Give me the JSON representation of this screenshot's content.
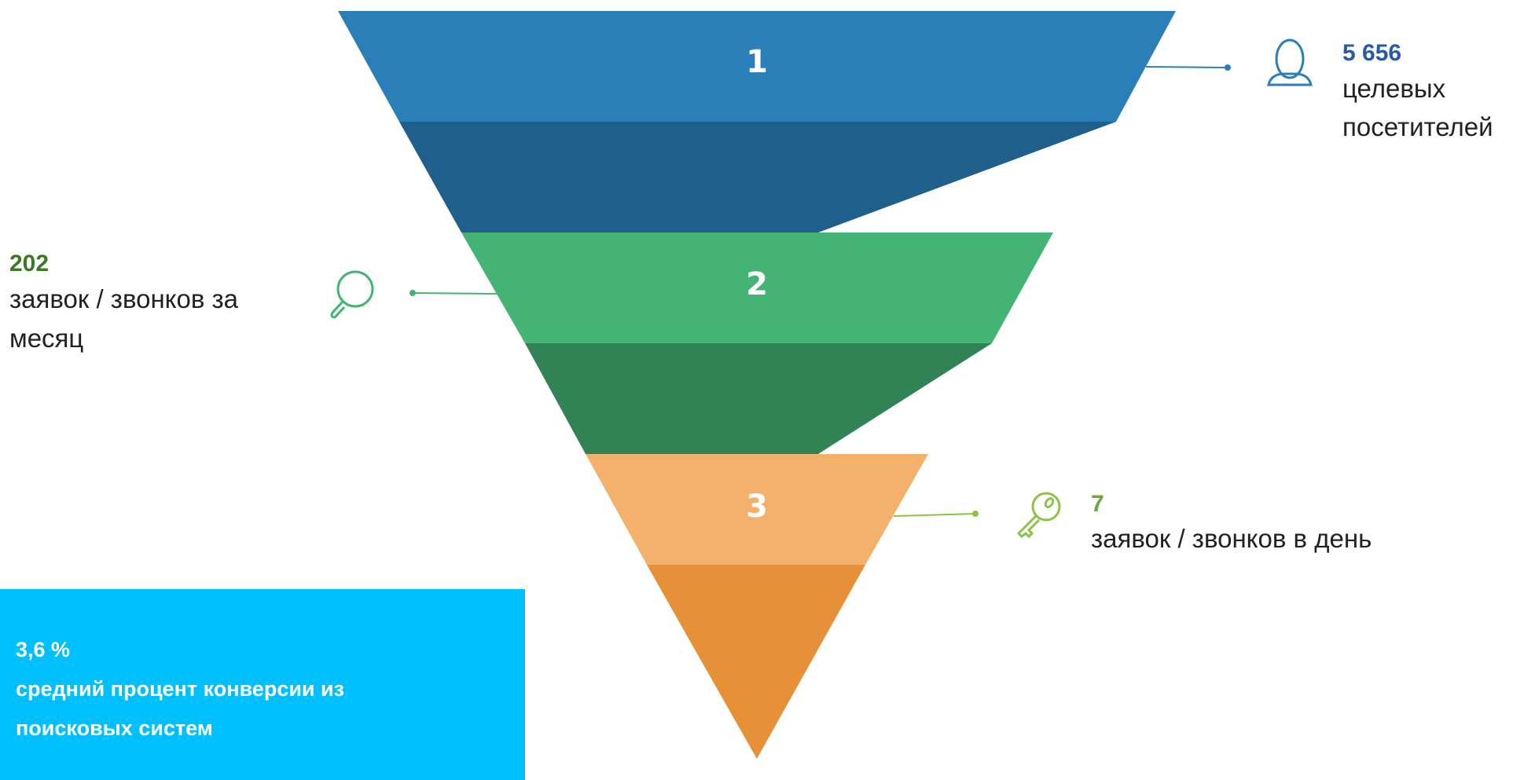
{
  "funnel": {
    "stages": [
      {
        "number": "1"
      },
      {
        "number": "2"
      },
      {
        "number": "3"
      }
    ],
    "colors": {
      "stage1_front": "#2b7fb8",
      "stage1_band": "#205f8b",
      "stage2_front": "#43b473",
      "stage2_band": "#318356",
      "stage3_front": "#f4b16b",
      "stage3_tip": "#e69138"
    }
  },
  "stats": {
    "visitors": {
      "value": "5 656",
      "line1": "целевых",
      "line2": "посетителей",
      "icon": "user-icon"
    },
    "requests_month": {
      "value": "202",
      "line1": "заявок / звонков за",
      "line2": "месяц",
      "icon": "search-icon"
    },
    "requests_day": {
      "value": "7",
      "line1": "заявок / звонков в день",
      "icon": "key-icon"
    }
  },
  "conversion": {
    "percent": "3,6 %",
    "line1": "средний процент конверсии из",
    "line2": "поисковых систем"
  }
}
